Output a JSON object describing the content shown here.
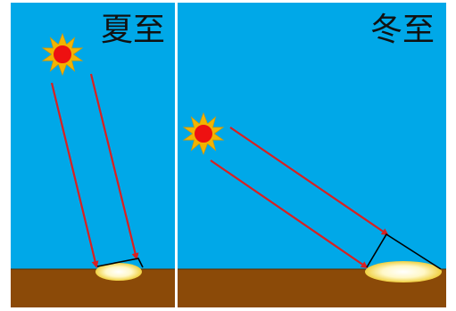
{
  "panels": [
    {
      "id": "summer",
      "title": "夏至"
    },
    {
      "id": "winter",
      "title": "冬至"
    }
  ],
  "colors": {
    "sky": "#00a8e8",
    "ground": "#8b4a08",
    "sun_body": "#ee1111",
    "sun_rays": "#f2b400",
    "light_ray": "#d92020",
    "lit_area_center": "#ffffff",
    "lit_area_edge": "#f3d84a",
    "wavefront": "#000000"
  },
  "icons": [
    "sun-icon",
    "light-ray-arrow"
  ]
}
